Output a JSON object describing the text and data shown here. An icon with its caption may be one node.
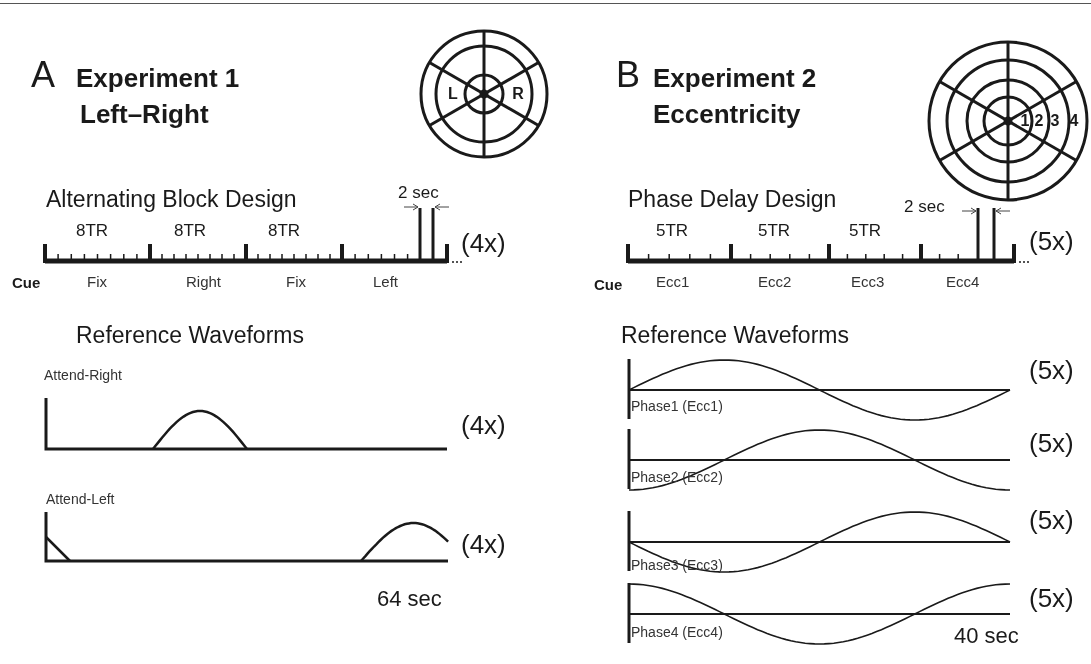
{
  "diagram": {
    "labels": [
      "A",
      "Experiment 1",
      "Left–Right",
      "L",
      "R",
      "B",
      "Experiment 2",
      "Eccentricity",
      "1",
      "2",
      "3",
      "4",
      "Alternating Block Design",
      "2 sec",
      "Phase Delay Design",
      "2 sec",
      "8TR",
      "8TR",
      "8TR",
      "(4x)",
      "5TR",
      "5TR",
      "5TR",
      "(5x)",
      "Cue",
      "Fix",
      "Right",
      "Fix",
      "Left",
      "Cue",
      "Ecc1",
      "Ecc2",
      "Ecc3",
      "Ecc4",
      "Reference Waveforms",
      "Reference Waveforms",
      "Attend-Right",
      "(5x)",
      "Phase1 (Ecc1)",
      "(4x)",
      "(5x)",
      "Phase2 (Ecc2)",
      "Attend-Left",
      "(5x)",
      "(4x)",
      "Phase3 (Ecc3)",
      "(5x)",
      "64 sec",
      "Phase4 (Ecc4)",
      "40 sec"
    ]
  }
}
